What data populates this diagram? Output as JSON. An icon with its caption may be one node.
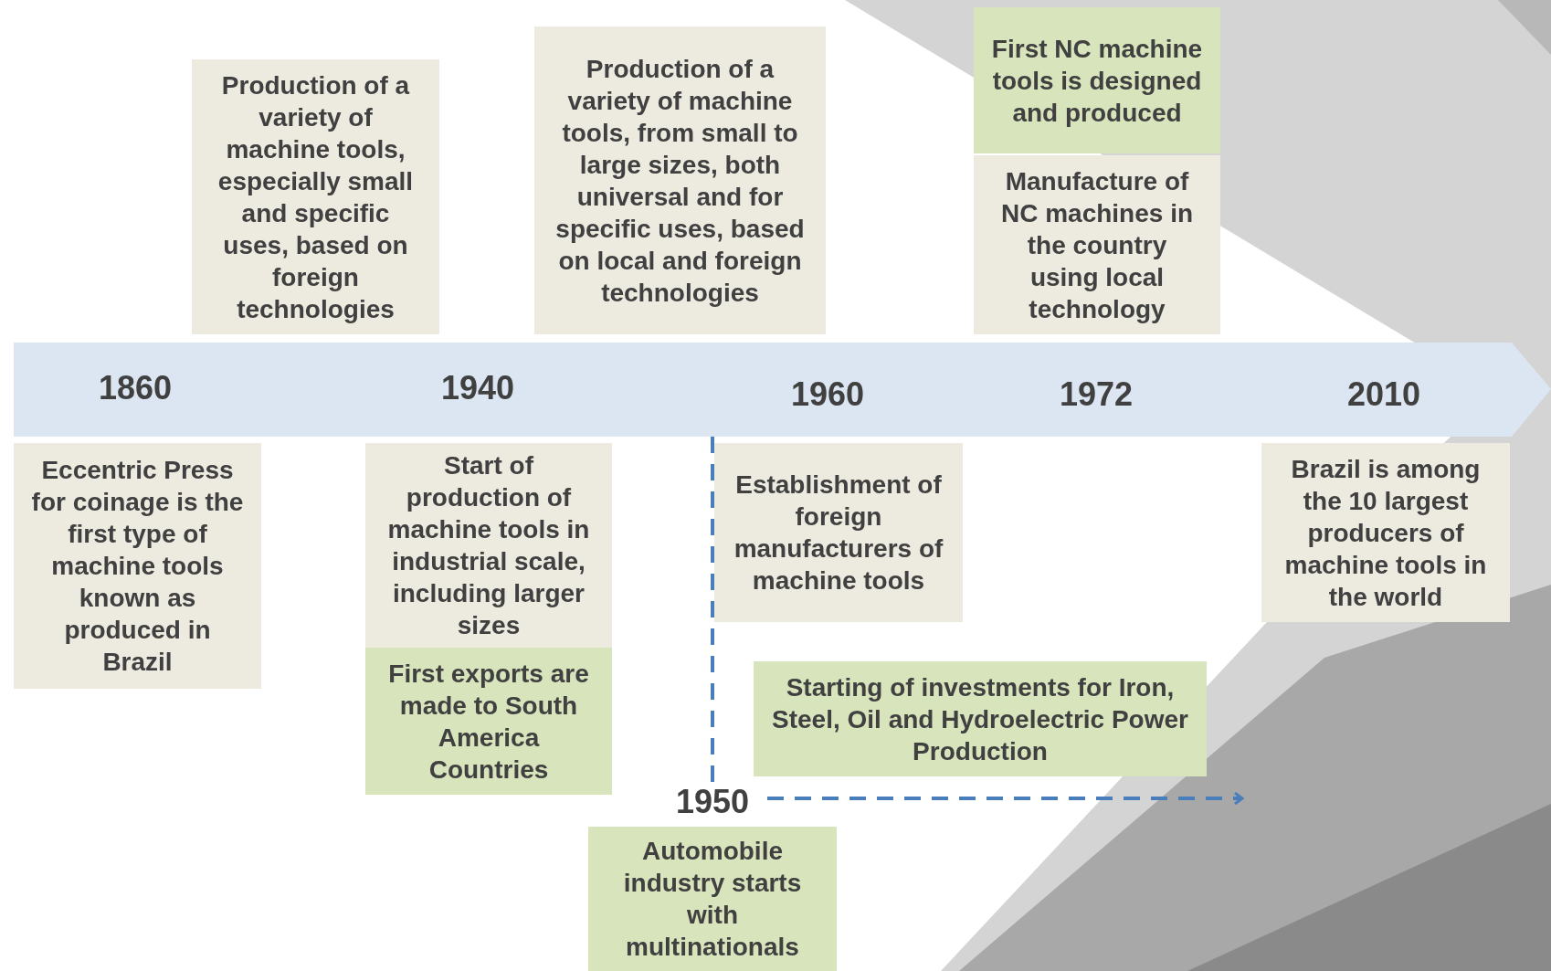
{
  "diagram": {
    "nodes": [
      {
        "text": [
          "1860",
          "1940",
          "1960",
          "1972",
          "2010"
        ]
      },
      {
        "text": [
          "Production of a variety of machine tools, especially small and specific uses, based on foreign technologies"
        ]
      },
      {
        "text": [
          "Production of a variety of machine tools, from small to large sizes, both universal and for specific uses, based on local and foreign technologies"
        ]
      },
      {
        "text": [
          "First NC machine tools is designed and produced"
        ]
      },
      {
        "text": [
          "Manufacture of NC machines in the country using local technology"
        ]
      },
      {
        "text": [
          "Eccentric Press for coinage is the first type of machine tools known as produced in Brazil"
        ]
      },
      {
        "text": [
          "Start of production of machine tools in industrial scale, including larger sizes"
        ]
      },
      {
        "text": [
          "First exports are made to South America Countries"
        ]
      },
      {
        "text": [
          "Establishment of foreign manufacturers of machine tools"
        ]
      },
      {
        "text": [
          "Brazil is among the 10 largest producers of machine tools in the world"
        ]
      },
      {
        "text": [
          "Starting of investments for Iron, Steel, Oil and Hydroelectric Power Production"
        ]
      },
      {
        "text": [
          "1950"
        ]
      },
      {
        "text": [
          "Automobile industry starts with multinationals"
        ]
      }
    ],
    "edges": [
      {
        "from": 11,
        "to": 0,
        "arrow": "none",
        "style": "dashed"
      },
      {
        "from": 11,
        "to": 10,
        "arrow": "to",
        "style": "dashed"
      }
    ]
  }
}
